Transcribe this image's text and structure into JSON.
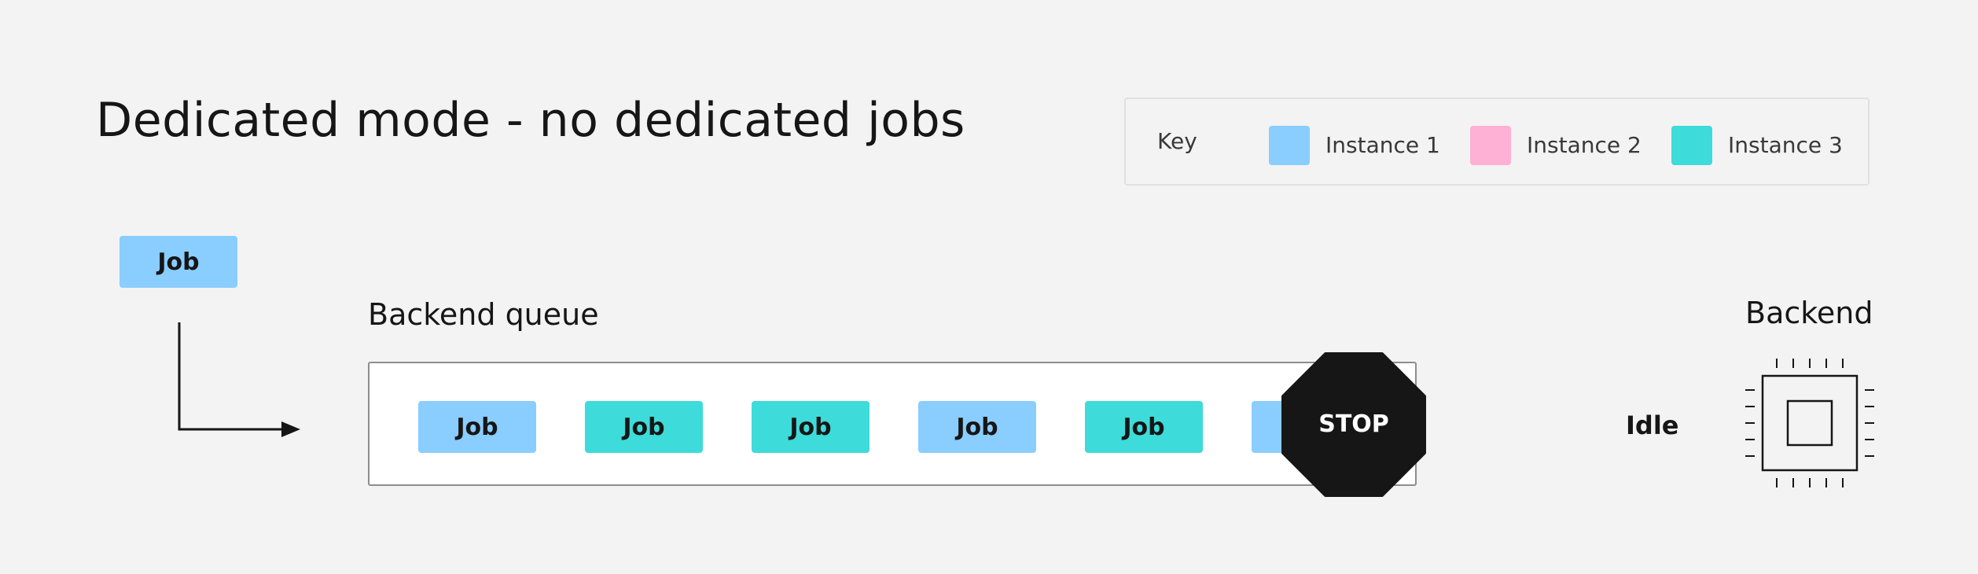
{
  "title": "Dedicated mode - no dedicated jobs",
  "legend": {
    "key_label": "Key",
    "items": [
      {
        "label": "Instance 1",
        "color": "#8acdff"
      },
      {
        "label": "Instance 2",
        "color": "#ffb0d4"
      },
      {
        "label": "Instance 3",
        "color": "#3ddbd9"
      }
    ]
  },
  "incoming_job": {
    "label": "Job",
    "instance": "Instance 1"
  },
  "queue": {
    "label": "Backend queue",
    "jobs": [
      {
        "label": "Job",
        "instance": "Instance 1"
      },
      {
        "label": "Job",
        "instance": "Instance 3"
      },
      {
        "label": "Job",
        "instance": "Instance 3"
      },
      {
        "label": "Job",
        "instance": "Instance 1"
      },
      {
        "label": "Job",
        "instance": "Instance 3"
      },
      {
        "label": "",
        "instance": "Instance 1"
      }
    ]
  },
  "stop_sign": {
    "label": "STOP",
    "color": "#161616"
  },
  "backend": {
    "label": "Backend",
    "status": "Idle",
    "icon": "chip-icon"
  }
}
